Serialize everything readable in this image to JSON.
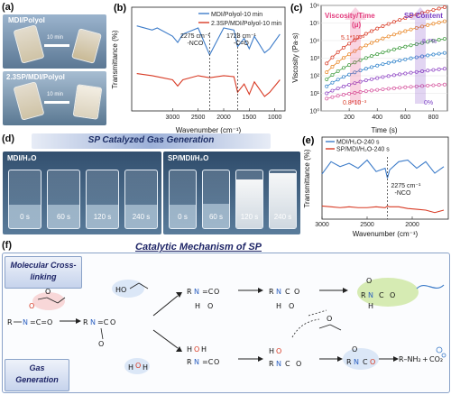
{
  "panel_a": {
    "label": "(a)",
    "top_caption": "MDI/Polyol",
    "bottom_caption": "2.3SP/MDI/Polyol",
    "arrow_text_top": "10 min",
    "arrow_text_bottom": "10 min"
  },
  "panel_d": {
    "label": "(d)",
    "title": "SP Catalyzed Gas Generation",
    "left_caption": "MDI/H₂O",
    "right_caption": "SP/MDI/H₂O",
    "vial_times_left": [
      "0 s",
      "60 s",
      "120 s",
      "240 s"
    ],
    "vial_times_right": [
      "0 s",
      "60 s",
      "120 s",
      "240 s"
    ]
  },
  "panel_f": {
    "label": "(f)",
    "title": "Catalytic Mechanism of SP",
    "box_top": "Molecular Cross-linking",
    "box_bottom": "Gas Generation",
    "product_amine": "R–NH₂",
    "product_co2": "CO₂",
    "plus": "+"
  },
  "colors": {
    "blue": "#3d7cc9",
    "red": "#d83a24",
    "accent_magenta": "#e33b7d",
    "accent_purple": "#7a3fc4"
  },
  "chart_data": [
    {
      "type": "line",
      "panel": "(b)",
      "xlabel": "Wavenumber (cm⁻¹)",
      "ylabel": "Transmittance (%)",
      "xlim": [
        3800,
        800
      ],
      "x_ticks": [
        3000,
        2500,
        2000,
        1500,
        1000
      ],
      "series": [
        {
          "name": "MDI/Polyol-10 min",
          "x": [
            3700,
            3400,
            3300,
            3000,
            2900,
            2800,
            2500,
            2275,
            2000,
            1800,
            1728,
            1600,
            1500,
            1400,
            1200,
            1100,
            900
          ],
          "values": [
            0.82,
            0.78,
            0.8,
            0.72,
            0.66,
            0.74,
            0.8,
            0.54,
            0.8,
            0.78,
            0.62,
            0.7,
            0.6,
            0.72,
            0.56,
            0.6,
            0.74
          ]
        },
        {
          "name": "2.3SP/MDI/Polyol-10 min",
          "x": [
            3700,
            3400,
            3300,
            3000,
            2900,
            2800,
            2500,
            2275,
            2000,
            1800,
            1728,
            1600,
            1500,
            1400,
            1200,
            1100,
            900
          ],
          "values": [
            0.36,
            0.34,
            0.33,
            0.3,
            0.24,
            0.3,
            0.34,
            0.32,
            0.34,
            0.33,
            0.18,
            0.26,
            0.16,
            0.28,
            0.14,
            0.18,
            0.3
          ]
        }
      ],
      "annotations": [
        {
          "text": "2275 cm⁻¹",
          "sub": "-NCO",
          "x": 2275
        },
        {
          "text": "1728 cm⁻¹",
          "sub": "-C=O",
          "x": 1728
        }
      ]
    },
    {
      "type": "scatter",
      "panel": "(c)",
      "xlabel": "Time (s)",
      "ylabel": "Viscosity (Pa·s)",
      "xlim": [
        0,
        900
      ],
      "ylim_exp": [
        0,
        6
      ],
      "x_ticks": [
        200,
        400,
        600,
        800
      ],
      "y_ticks": [
        "10⁰",
        "10¹",
        "10²",
        "10³",
        "10⁴",
        "10⁵",
        "10⁶"
      ],
      "label_left": "Viscosity/Time",
      "label_left_sub": "(μ)",
      "label_right": "SP Content",
      "rate_max": "5.1*10⁻³",
      "rate_min": "0.8*10⁻³",
      "sp_max": "8.7%",
      "sp_min": "0%",
      "series": [
        {
          "color": "#d83a24",
          "start": 2.7,
          "end": 5.9
        },
        {
          "color": "#e8831f",
          "start": 2.2,
          "end": 5.1
        },
        {
          "color": "#3a9a3a",
          "start": 1.8,
          "end": 4.1
        },
        {
          "color": "#2a7fc9",
          "start": 1.4,
          "end": 3.3
        },
        {
          "color": "#8e44c4",
          "start": 1.0,
          "end": 2.4
        },
        {
          "color": "#d6559e",
          "start": 0.7,
          "end": 1.5
        }
      ]
    },
    {
      "type": "line",
      "panel": "(e)",
      "xlabel": "Wavenumber (cm⁻¹)",
      "ylabel": "Transmittance (%)",
      "xlim": [
        3000,
        1600
      ],
      "x_ticks": [
        3000,
        2500,
        2000
      ],
      "series": [
        {
          "name": "MDI/H₂O-240 s",
          "x": [
            3000,
            2900,
            2800,
            2700,
            2600,
            2500,
            2400,
            2300,
            2275,
            2250,
            2150,
            2050,
            1950,
            1850,
            1750,
            1650
          ],
          "values": [
            0.55,
            0.7,
            0.64,
            0.68,
            0.62,
            0.72,
            0.58,
            0.62,
            0.5,
            0.6,
            0.7,
            0.72,
            0.62,
            0.7,
            0.56,
            0.64
          ]
        },
        {
          "name": "SP/MDI/H₂O-240 s",
          "x": [
            3000,
            2900,
            2800,
            2700,
            2600,
            2500,
            2400,
            2300,
            2275,
            2250,
            2150,
            2050,
            1950,
            1850,
            1750,
            1650
          ],
          "values": [
            0.16,
            0.15,
            0.14,
            0.15,
            0.14,
            0.14,
            0.15,
            0.14,
            0.16,
            0.15,
            0.15,
            0.13,
            0.12,
            0.11,
            0.08,
            0.11
          ]
        }
      ],
      "annotations": [
        {
          "text": "2275 cm⁻¹",
          "sub": "-NCO",
          "x": 2275
        }
      ]
    }
  ]
}
